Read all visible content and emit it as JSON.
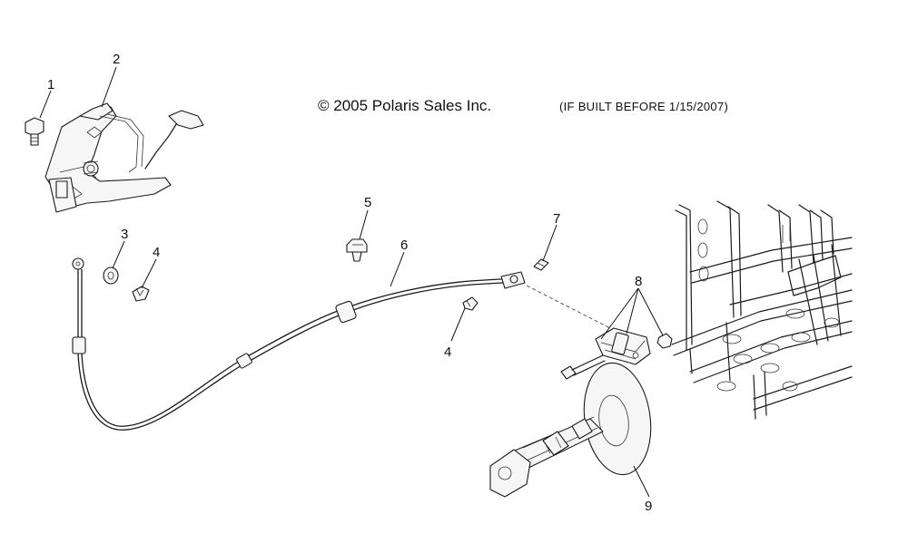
{
  "copyright": "© 2005 Polaris Sales Inc.",
  "build_note": "(IF BUILT BEFORE 1/15/2007)",
  "callouts": {
    "c1": "1",
    "c2": "2",
    "c3": "3",
    "c4a": "4",
    "c4b": "4",
    "c5": "5",
    "c6": "6",
    "c7": "7",
    "c8": "8",
    "c9": "9"
  }
}
